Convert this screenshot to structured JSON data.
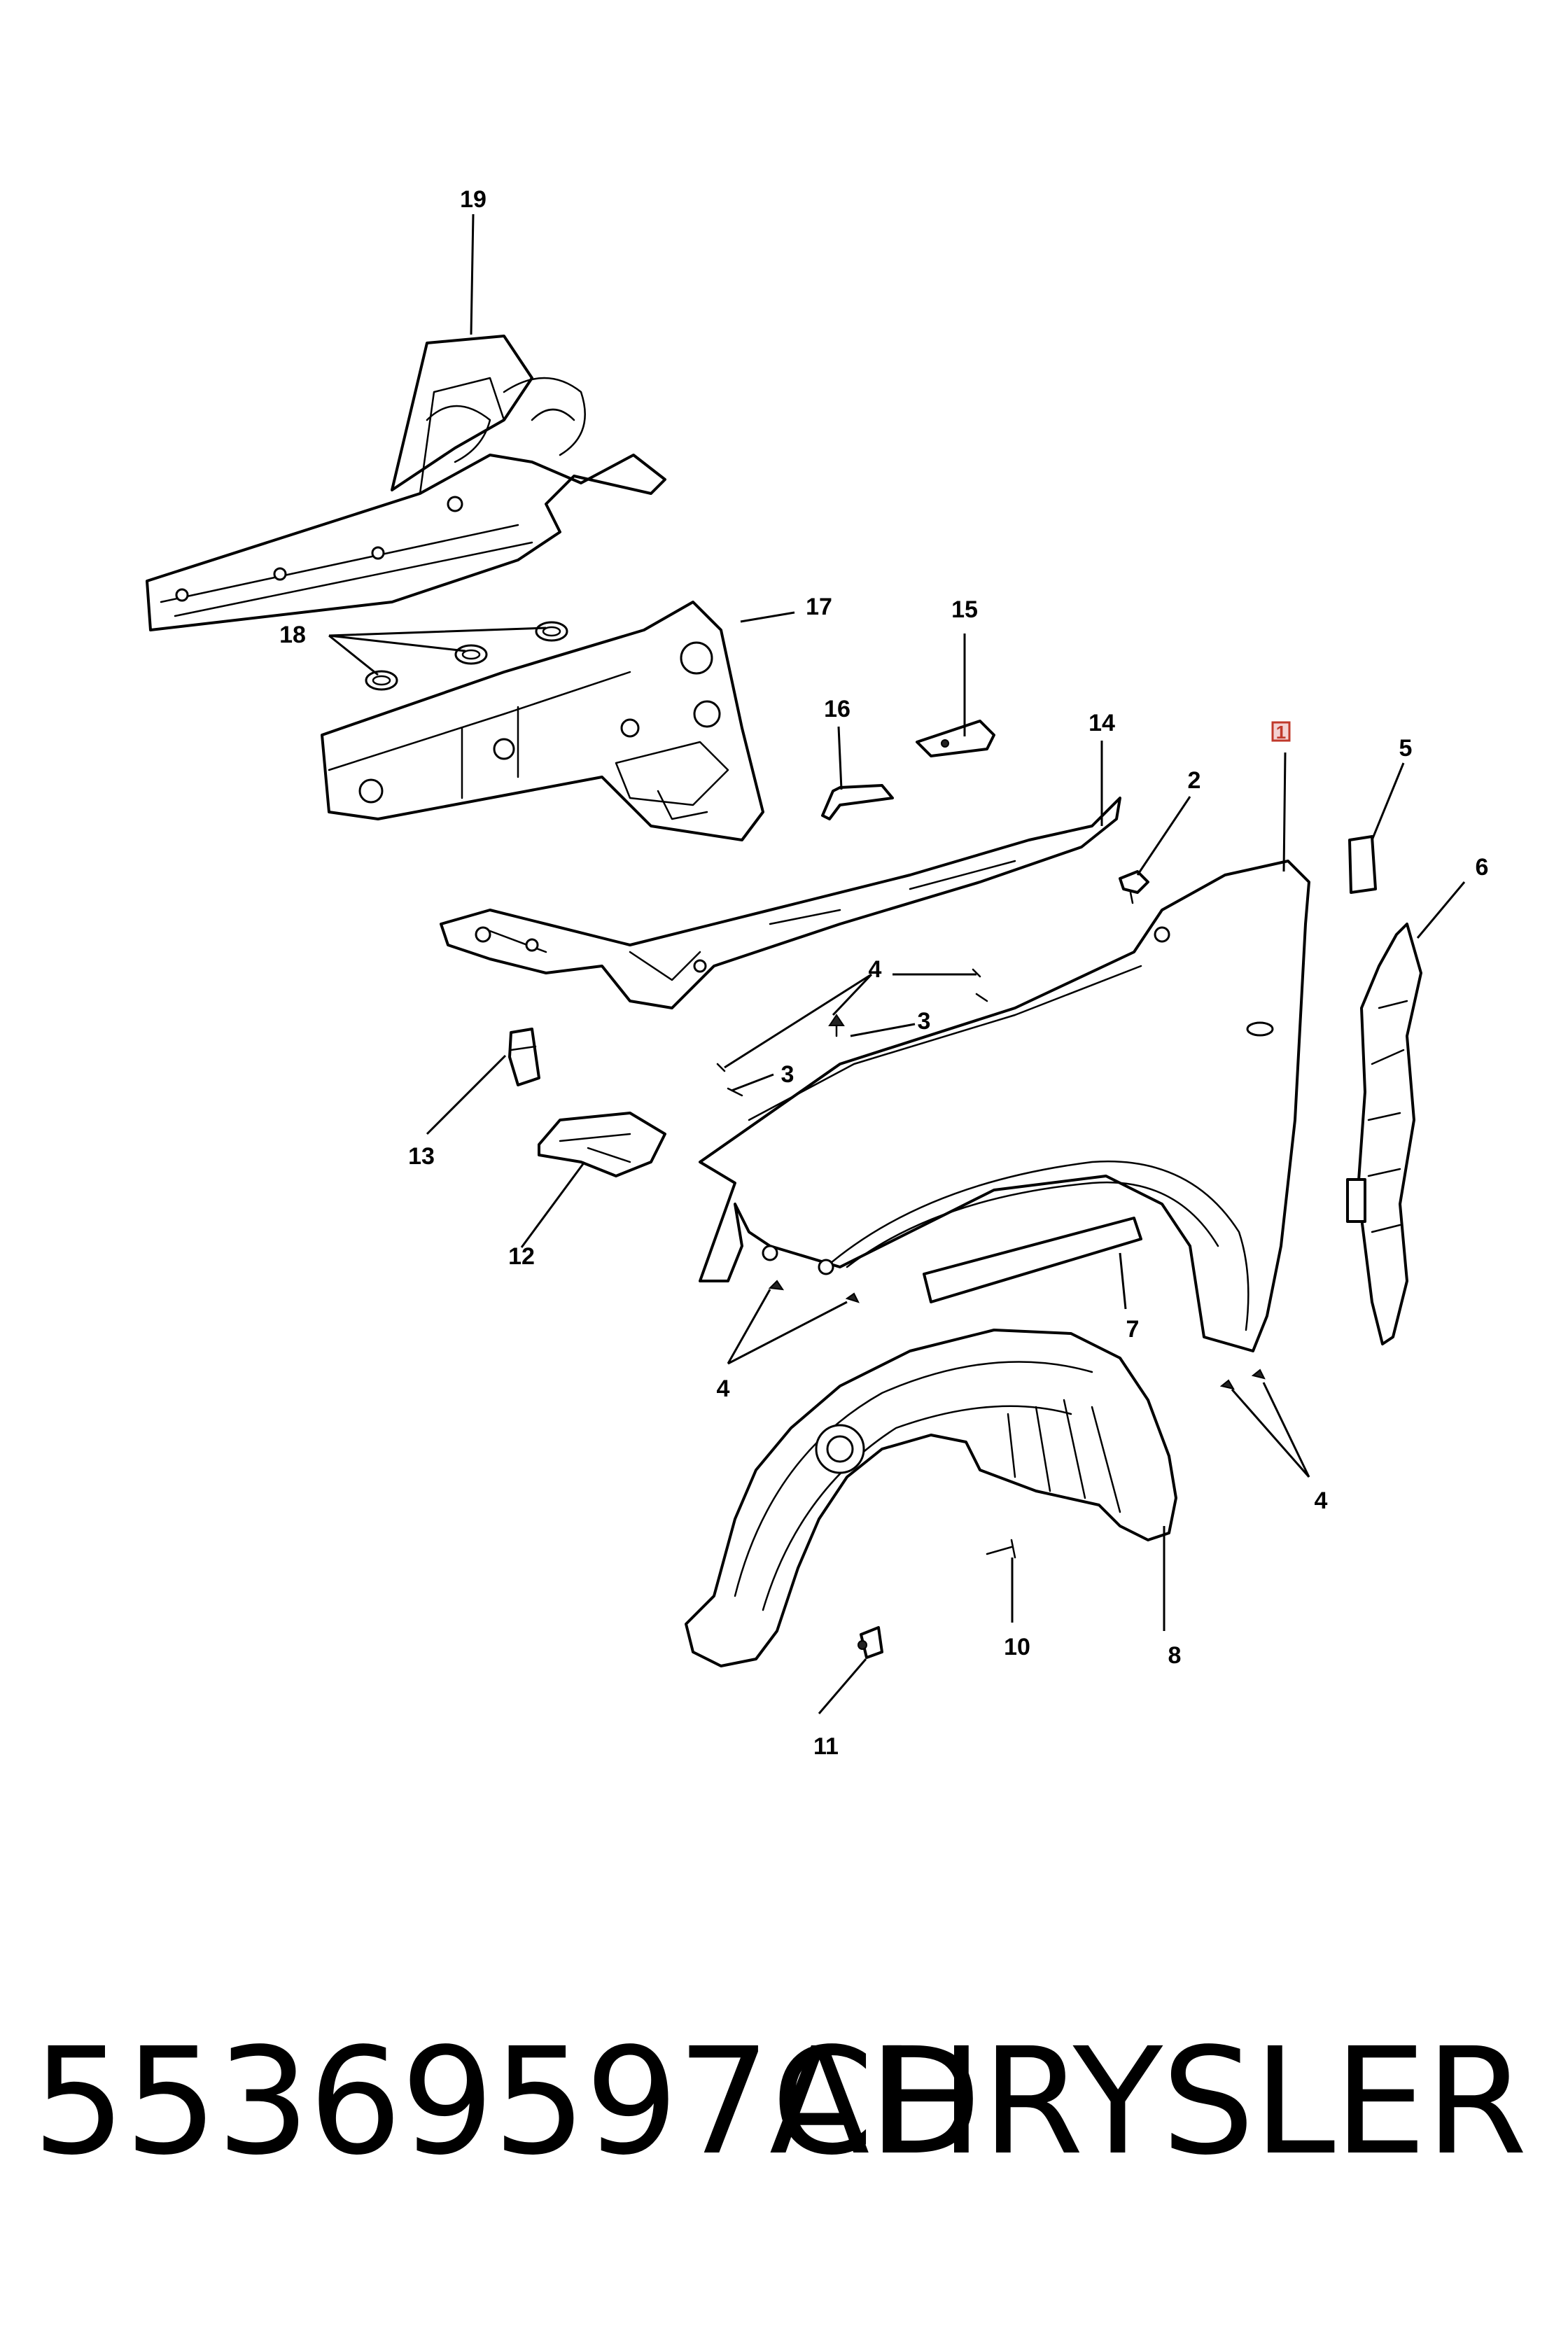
{
  "callouts": [
    {
      "id": "19",
      "label": "19"
    },
    {
      "id": "17",
      "label": "17"
    },
    {
      "id": "18",
      "label": "18"
    },
    {
      "id": "15",
      "label": "15"
    },
    {
      "id": "16",
      "label": "16"
    },
    {
      "id": "14",
      "label": "14"
    },
    {
      "id": "2",
      "label": "2"
    },
    {
      "id": "1",
      "label": "1",
      "highlighted": true
    },
    {
      "id": "5",
      "label": "5"
    },
    {
      "id": "6",
      "label": "6"
    },
    {
      "id": "4a",
      "label": "4"
    },
    {
      "id": "3a",
      "label": "3"
    },
    {
      "id": "3b",
      "label": "3"
    },
    {
      "id": "13",
      "label": "13"
    },
    {
      "id": "12",
      "label": "12"
    },
    {
      "id": "7",
      "label": "7"
    },
    {
      "id": "4b",
      "label": "4"
    },
    {
      "id": "4c",
      "label": "4"
    },
    {
      "id": "10",
      "label": "10"
    },
    {
      "id": "8",
      "label": "8"
    },
    {
      "id": "11",
      "label": "11"
    }
  ],
  "footer": {
    "part_number": "55369597AD",
    "brand": "CHRYSLER"
  },
  "colors": {
    "line": "#000000",
    "background": "#ffffff",
    "highlight_stroke": "#c0392b",
    "highlight_fill": "#f4d2d2"
  }
}
